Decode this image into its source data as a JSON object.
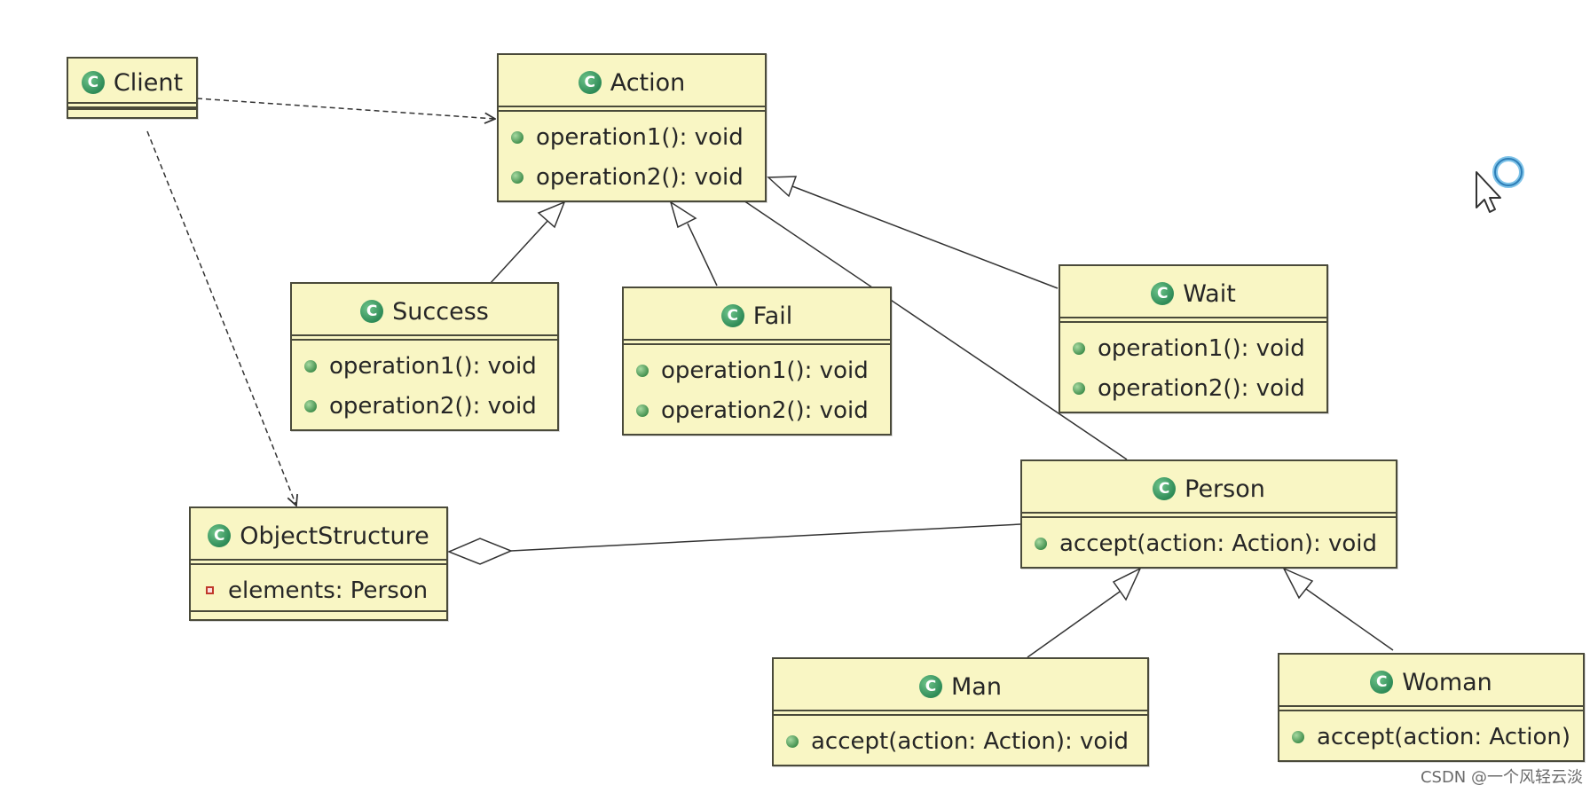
{
  "classes": {
    "client": {
      "name": "Client"
    },
    "action": {
      "name": "Action",
      "methods": [
        "operation1(): void",
        "operation2(): void"
      ]
    },
    "success": {
      "name": "Success",
      "methods": [
        "operation1(): void",
        "operation2(): void"
      ]
    },
    "fail": {
      "name": "Fail",
      "methods": [
        "operation1(): void",
        "operation2(): void"
      ]
    },
    "wait": {
      "name": "Wait",
      "methods": [
        "operation1(): void",
        "operation2(): void"
      ]
    },
    "objectstructure": {
      "name": "ObjectStructure",
      "fields": [
        "elements: Person"
      ]
    },
    "person": {
      "name": "Person",
      "methods": [
        "accept(action: Action): void"
      ]
    },
    "man": {
      "name": "Man",
      "methods": [
        "accept(action: Action): void"
      ]
    },
    "woman": {
      "name": "Woman",
      "methods": [
        "accept(action: Action)"
      ]
    }
  },
  "icons": {
    "class_icon": "class-c-icon",
    "public_method": "green-dot-icon",
    "private_field": "red-square-icon",
    "cursor": "busy-cursor-icon"
  },
  "colors": {
    "class_fill": "#f9f6c4",
    "class_border": "#4a4a3a",
    "icon_green": "#2e8b57",
    "private_red": "#c0392b"
  },
  "relations": [
    {
      "from": "Client",
      "to": "Action",
      "kind": "dependency"
    },
    {
      "from": "Client",
      "to": "ObjectStructure",
      "kind": "dependency"
    },
    {
      "from": "Success",
      "to": "Action",
      "kind": "generalization"
    },
    {
      "from": "Fail",
      "to": "Action",
      "kind": "generalization"
    },
    {
      "from": "Wait",
      "to": "Action",
      "kind": "generalization"
    },
    {
      "from": "Person",
      "to": "Action",
      "kind": "association"
    },
    {
      "from": "Person",
      "to": "ObjectStructure",
      "kind": "aggregation"
    },
    {
      "from": "Man",
      "to": "Person",
      "kind": "generalization"
    },
    {
      "from": "Woman",
      "to": "Person",
      "kind": "generalization"
    }
  ],
  "watermark": "CSDN @一个风轻云淡"
}
